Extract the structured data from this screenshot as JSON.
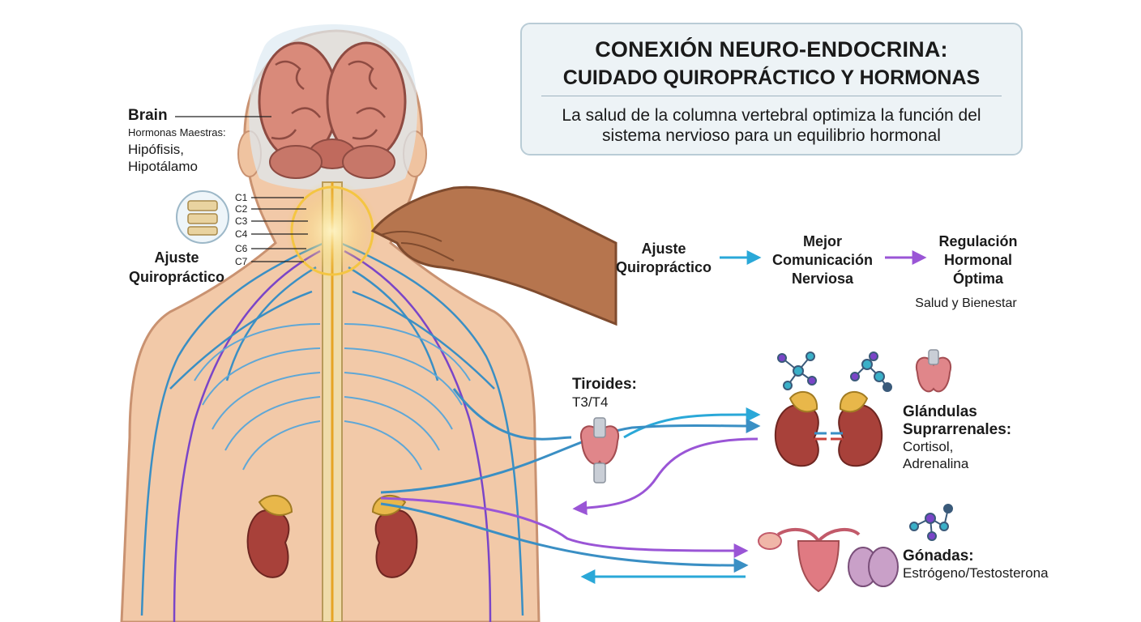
{
  "header": {
    "title_line1": "CONEXIÓN NEURO-ENDOCRINA:",
    "title_line2": "CUIDADO QUIROPRÁCTICO Y HORMONAS",
    "subtitle_line1": "La salud de la columna vertebral optimiza la función del",
    "subtitle_line2": "sistema nervioso para un equilibrio hormonal"
  },
  "brain": {
    "name": "Brain",
    "caption": "Hormonas Maestras:",
    "gland1": "Hipófisis,",
    "gland2": "Hipotálamo"
  },
  "vertebrae": [
    "C1",
    "C2",
    "C3",
    "C4",
    "C6",
    "C7"
  ],
  "adjustment": {
    "line1": "Ajuste",
    "line2": "Quiropráctico"
  },
  "flow": {
    "step1": {
      "line1": "Ajuste",
      "line2": "Quiropráctico"
    },
    "step2": {
      "line1": "Mejor",
      "line2": "Comunicación",
      "line3": "Nerviosa"
    },
    "step3": {
      "line1": "Regulación",
      "line2": "Hormonal",
      "line3": "Óptima"
    },
    "result": "Salud y Bienestar"
  },
  "thyroid": {
    "name": "Tiroides:",
    "hormones": "T3/T4"
  },
  "adrenal": {
    "name1": "Glándulas",
    "name2": "Suprarrenales:",
    "hormone1": "Cortisol,",
    "hormone2": "Adrenalina"
  },
  "gonads": {
    "name": "Gónadas:",
    "hormones": "Estrógeno/Testosterona"
  },
  "colors": {
    "skin": "#f2c9a8",
    "skin_outline": "#c99271",
    "brain": "#d98a7a",
    "nerve_blue": "#3a8fc4",
    "nerve_purple": "#7a45c8",
    "spine": "#e9d3a0",
    "kidney": "#a8413a",
    "adrenal": "#e8b74a",
    "thyroid": "#e0868a",
    "hand": "#b6754e",
    "glow": "#f4c542",
    "arrow_cyan": "#2aa8d8",
    "arrow_purple": "#9a55d6"
  }
}
